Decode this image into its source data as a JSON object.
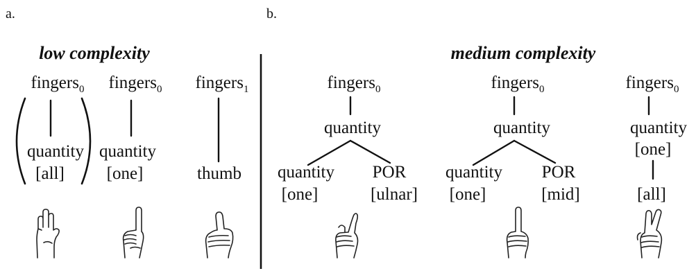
{
  "panels": {
    "a": {
      "label": "a.",
      "heading": "low complexity",
      "trees": [
        {
          "root": {
            "base": "fingers",
            "sub": "0"
          },
          "child": {
            "line1": "quantity",
            "line2": "[all]"
          },
          "parenthesized": true,
          "hand": "flat-hand-icon"
        },
        {
          "root": {
            "base": "fingers",
            "sub": "0"
          },
          "child": {
            "line1": "quantity",
            "line2": "[one]"
          },
          "hand": "index-finger-icon"
        },
        {
          "root": {
            "base": "fingers",
            "sub": "1"
          },
          "child": {
            "line1": "thumb"
          },
          "hand": "thumb-up-icon"
        }
      ]
    },
    "b": {
      "label": "b.",
      "heading": "medium complexity",
      "trees": [
        {
          "root": {
            "base": "fingers",
            "sub": "0"
          },
          "mid": "quantity",
          "left": {
            "line1": "quantity",
            "line2": "[one]"
          },
          "right": {
            "line1": "POR",
            "line2": "[ulnar]"
          },
          "hand": "pinky-finger-icon"
        },
        {
          "root": {
            "base": "fingers",
            "sub": "0"
          },
          "mid": "quantity",
          "left": {
            "line1": "quantity",
            "line2": "[one]"
          },
          "right": {
            "line1": "POR",
            "line2": "[mid]"
          },
          "hand": "middle-finger-icon"
        },
        {
          "root": {
            "base": "fingers",
            "sub": "0"
          },
          "mid": {
            "line1": "quantity",
            "line2": "[one]"
          },
          "child": "[all]",
          "hand": "crossed-fingers-icon"
        }
      ]
    }
  }
}
